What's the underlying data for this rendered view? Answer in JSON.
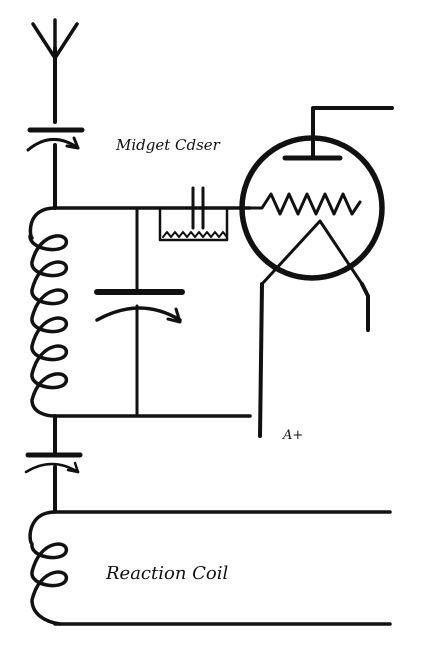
{
  "labels": {
    "midget_condenser": "Midget Cdser",
    "a_terminal": "A+",
    "reaction_coil": "Reaction Coil"
  },
  "colors": {
    "ink": "#111111",
    "paper": "#ffffff"
  },
  "icons": {
    "antenna": "antenna-icon",
    "vacuum_tube": "triode-tube-icon",
    "variable_capacitor": "variable-capacitor-icon",
    "inductor": "coil-icon",
    "resistor": "grid-leak-resistor-icon"
  }
}
